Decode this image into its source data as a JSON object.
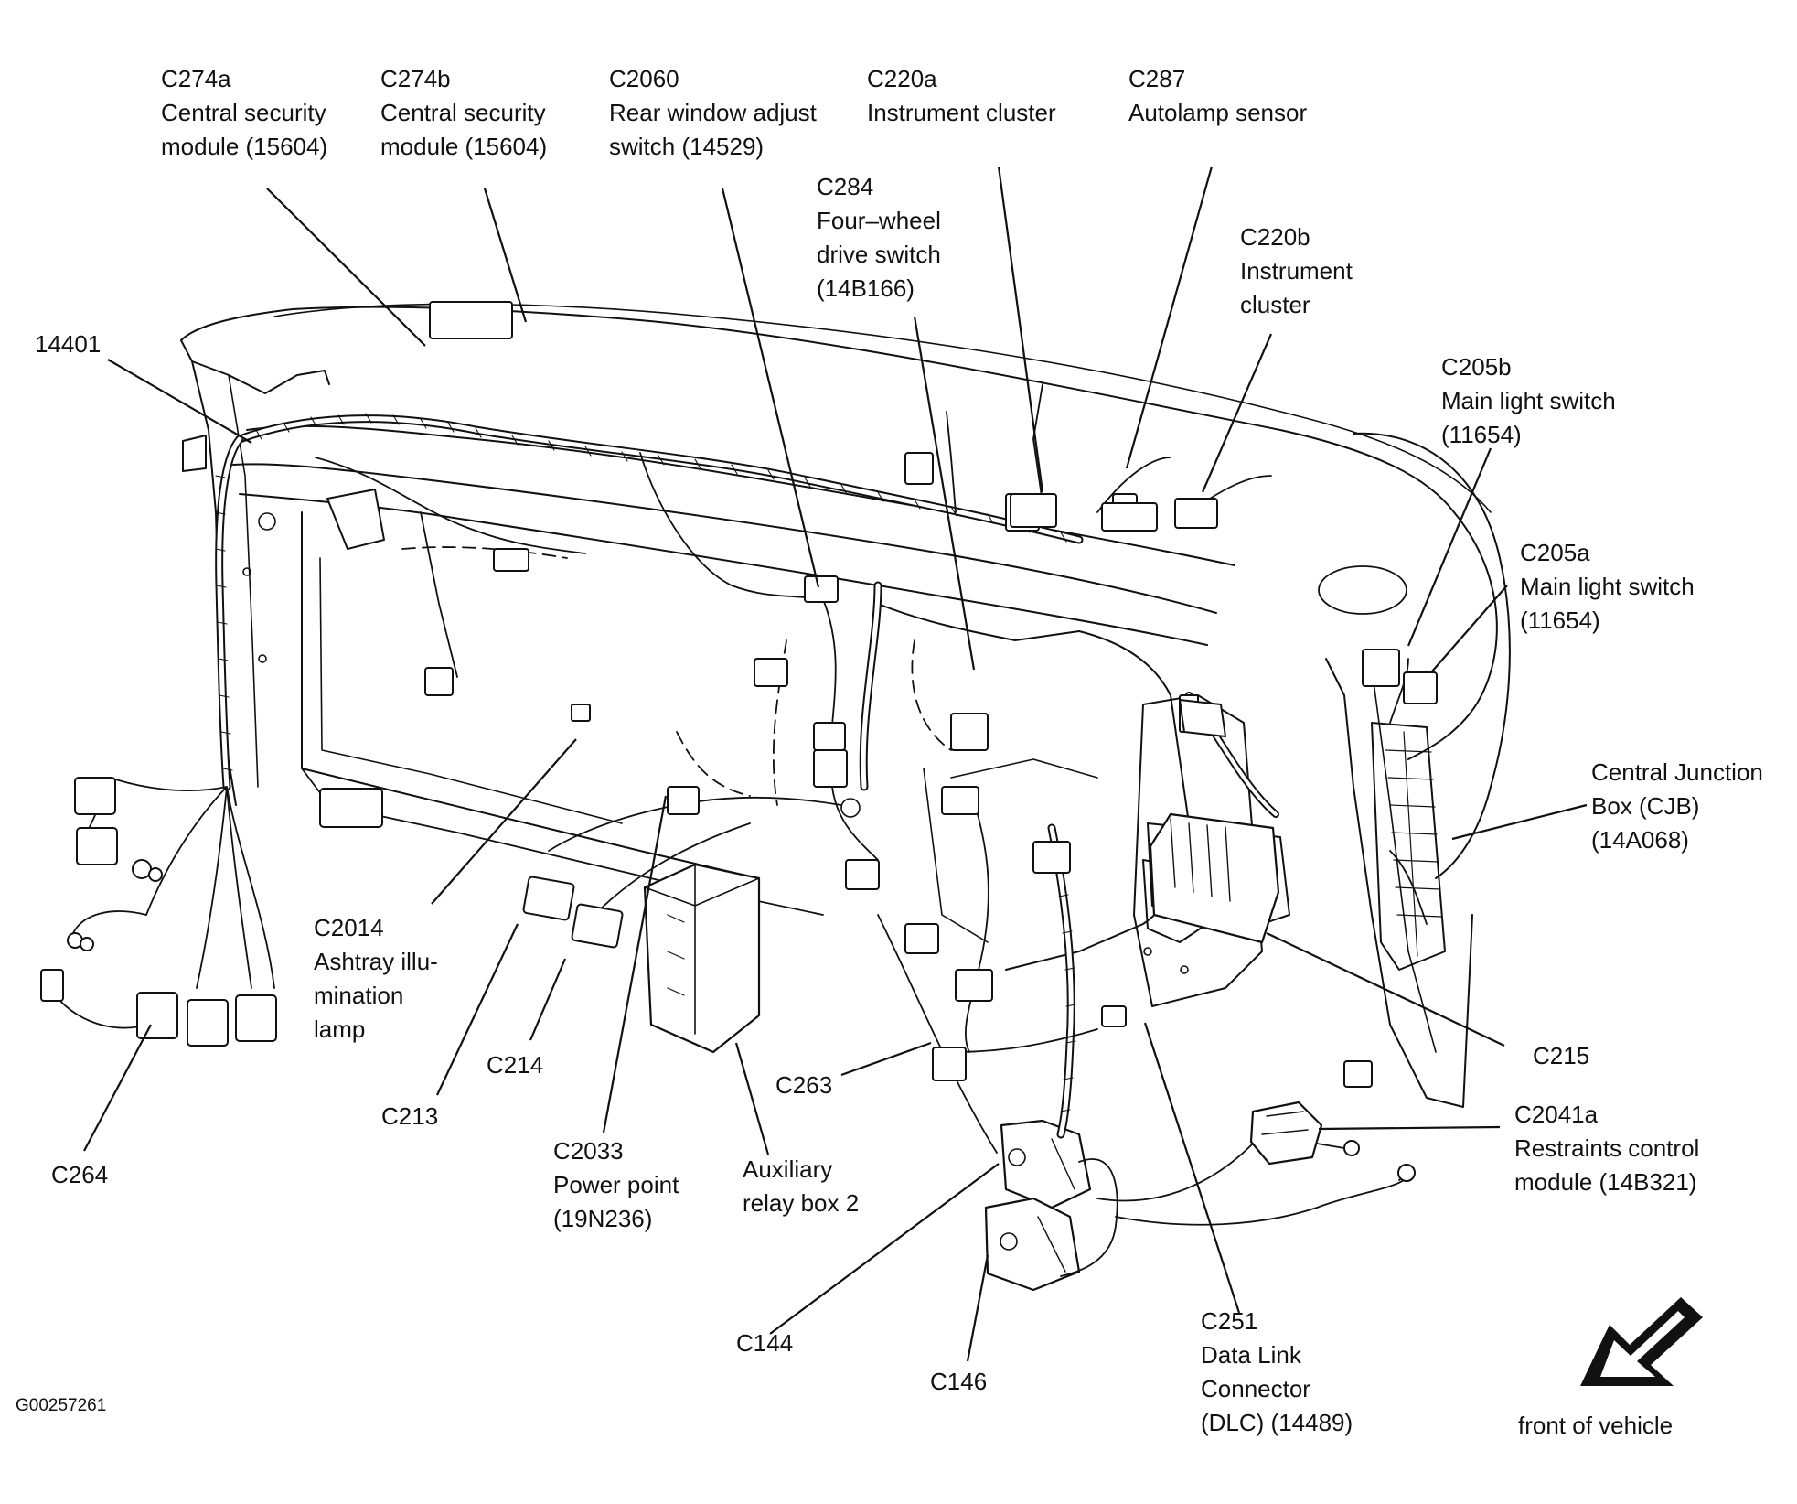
{
  "figure_id": "G00257261",
  "orientation_label": "front of vehicle",
  "labels": [
    {
      "id": "c274a",
      "lines": [
        "C274a",
        "Central security",
        "module (15604)"
      ]
    },
    {
      "id": "c274b",
      "lines": [
        "C274b",
        "Central security",
        "module (15604)"
      ]
    },
    {
      "id": "c2060",
      "lines": [
        "C2060",
        "Rear window adjust",
        "switch (14529)"
      ]
    },
    {
      "id": "c220a",
      "lines": [
        "C220a",
        "Instrument cluster"
      ]
    },
    {
      "id": "c287",
      "lines": [
        "C287",
        "Autolamp sensor"
      ]
    },
    {
      "id": "c284",
      "lines": [
        "C284",
        "Four–wheel",
        "drive switch",
        "(14B166)"
      ]
    },
    {
      "id": "c220b",
      "lines": [
        "C220b",
        "Instrument",
        "cluster"
      ]
    },
    {
      "id": "14401",
      "lines": [
        "14401"
      ]
    },
    {
      "id": "c205b",
      "lines": [
        "C205b",
        "Main light switch",
        "(11654)"
      ]
    },
    {
      "id": "c205a",
      "lines": [
        "C205a",
        "Main light switch",
        "(11654)"
      ]
    },
    {
      "id": "cjb",
      "lines": [
        "Central Junction",
        "Box (CJB)",
        "(14A068)"
      ]
    },
    {
      "id": "c2014",
      "lines": [
        "C2014",
        "Ashtray illu-",
        "mination",
        "lamp"
      ]
    },
    {
      "id": "c215",
      "lines": [
        "C215"
      ]
    },
    {
      "id": "c214",
      "lines": [
        "C214"
      ]
    },
    {
      "id": "c263",
      "lines": [
        "C263"
      ]
    },
    {
      "id": "c213",
      "lines": [
        "C213"
      ]
    },
    {
      "id": "c2041a",
      "lines": [
        "C2041a",
        "Restraints control",
        "module (14B321)"
      ]
    },
    {
      "id": "c264",
      "lines": [
        "C264"
      ]
    },
    {
      "id": "c2033",
      "lines": [
        "C2033",
        "Power point",
        "(19N236)"
      ]
    },
    {
      "id": "aux",
      "lines": [
        "Auxiliary",
        "relay box 2"
      ]
    },
    {
      "id": "c251",
      "lines": [
        "C251",
        "Data Link",
        "Connector",
        "(DLC) (14489)"
      ]
    },
    {
      "id": "c144",
      "lines": [
        "C144"
      ]
    },
    {
      "id": "c146",
      "lines": [
        "C146"
      ]
    }
  ]
}
